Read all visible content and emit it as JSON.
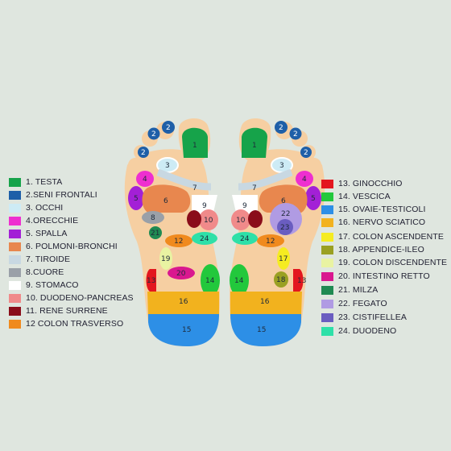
{
  "legend_left": [
    {
      "label": "1. TESTA",
      "color": "#16a34a"
    },
    {
      "label": "2.SENI FRONTALI",
      "color": "#1e5fa8"
    },
    {
      "label": "3. OCCHI",
      "color": "#cdebf5"
    },
    {
      "label": "4.ORECCHIE",
      "color": "#ee2fd0"
    },
    {
      "label": "5. SPALLA",
      "color": "#a320d6"
    },
    {
      "label": "6. POLMONI-BRONCHI",
      "color": "#e8874e"
    },
    {
      "label": "7. TIROIDE",
      "color": "#c8d8e2"
    },
    {
      "label": "8.CUORE",
      "color": "#9aa0a8"
    },
    {
      "label": "9. STOMACO",
      "color": "#ffffff"
    },
    {
      "label": "10. DUODENO-PANCREAS",
      "color": "#f08a8a"
    },
    {
      "label": "11. RENE SURRENE",
      "color": "#8a0d1a"
    },
    {
      "label": "12 COLON TRASVERSO",
      "color": "#f08a1e"
    }
  ],
  "legend_right": [
    {
      "label": "13. GINOCCHIO",
      "color": "#e3161e"
    },
    {
      "label": "14. VESCICA",
      "color": "#22c83c"
    },
    {
      "label": "15. OVAIE-TESTICOLI",
      "color": "#2d8fe6"
    },
    {
      "label": "16. NERVO SCIATICO",
      "color": "#f2b21e"
    },
    {
      "label": "17. COLON ASCENDENTE",
      "color": "#f5ec21"
    },
    {
      "label": "18.   APPENDICE-ILEO",
      "color": "#9aa022"
    },
    {
      "label": "19. COLON DISCENDENTE",
      "color": "#e9f3a2"
    },
    {
      "label": "20. INTESTINO RETTO",
      "color": "#d9188f"
    },
    {
      "label": "21. MILZA",
      "color": "#1f8a52"
    },
    {
      "label": "22. FEGATO",
      "color": "#b09be3"
    },
    {
      "label": "23. CISTIFELLEA",
      "color": "#6a5dc0"
    },
    {
      "label": "24. DUODENO",
      "color": "#2ee0a8"
    }
  ],
  "zones": {
    "n1": "1",
    "n2": "2",
    "n3": "3",
    "n4": "4",
    "n5": "5",
    "n6": "6",
    "n7": "7",
    "n8": "8",
    "n9": "9",
    "n10": "10",
    "n11": "11",
    "n12": "12",
    "n13": "13",
    "n14": "14",
    "n15": "15",
    "n16": "16",
    "n17": "17",
    "n18": "18",
    "n19": "19",
    "n20": "20",
    "n21": "21",
    "n22": "22",
    "n23": "23",
    "n24": "24"
  },
  "colors": {
    "background": "#dfe6df",
    "sole": "#f6cfa2",
    "sole_edge": "#efbf8c"
  }
}
